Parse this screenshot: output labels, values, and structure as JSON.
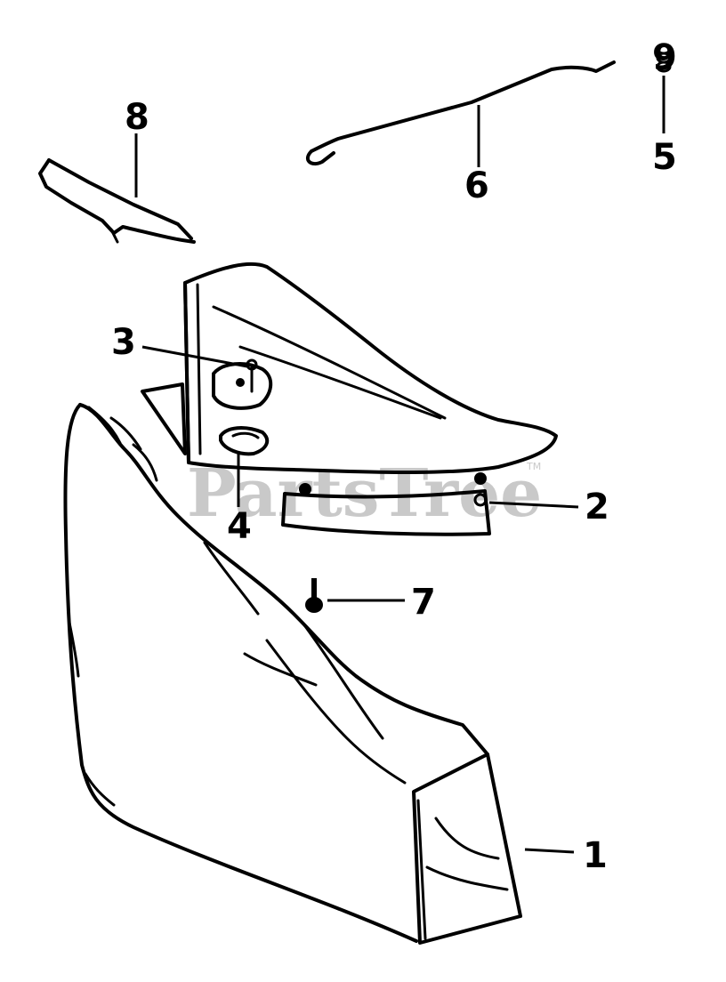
{
  "diagram": {
    "watermark": "PartsTree",
    "trademark": "TM",
    "callouts": [
      {
        "id": "1",
        "label": "1"
      },
      {
        "id": "2",
        "label": "2"
      },
      {
        "id": "3",
        "label": "3"
      },
      {
        "id": "4",
        "label": "4"
      },
      {
        "id": "5",
        "label": "5"
      },
      {
        "id": "6",
        "label": "6"
      },
      {
        "id": "7",
        "label": "7"
      },
      {
        "id": "8",
        "label": "8"
      },
      {
        "id": "9",
        "label": "9"
      }
    ],
    "parts": [
      {
        "id": "1",
        "name": "grass-bag-icon"
      },
      {
        "id": "2",
        "name": "deflector-housing-icon"
      },
      {
        "id": "3",
        "name": "hinge-plate-icon"
      },
      {
        "id": "4",
        "name": "latch-clip-icon"
      },
      {
        "id": "5",
        "name": "spring-icon"
      },
      {
        "id": "6",
        "name": "rod-icon"
      },
      {
        "id": "7",
        "name": "screw-icon"
      },
      {
        "id": "8",
        "name": "bag-frame-icon"
      },
      {
        "id": "9",
        "name": "spring-icon"
      }
    ],
    "colors": {
      "ink": "#000000",
      "watermark": "#c9c9c9",
      "background": "#ffffff"
    }
  }
}
